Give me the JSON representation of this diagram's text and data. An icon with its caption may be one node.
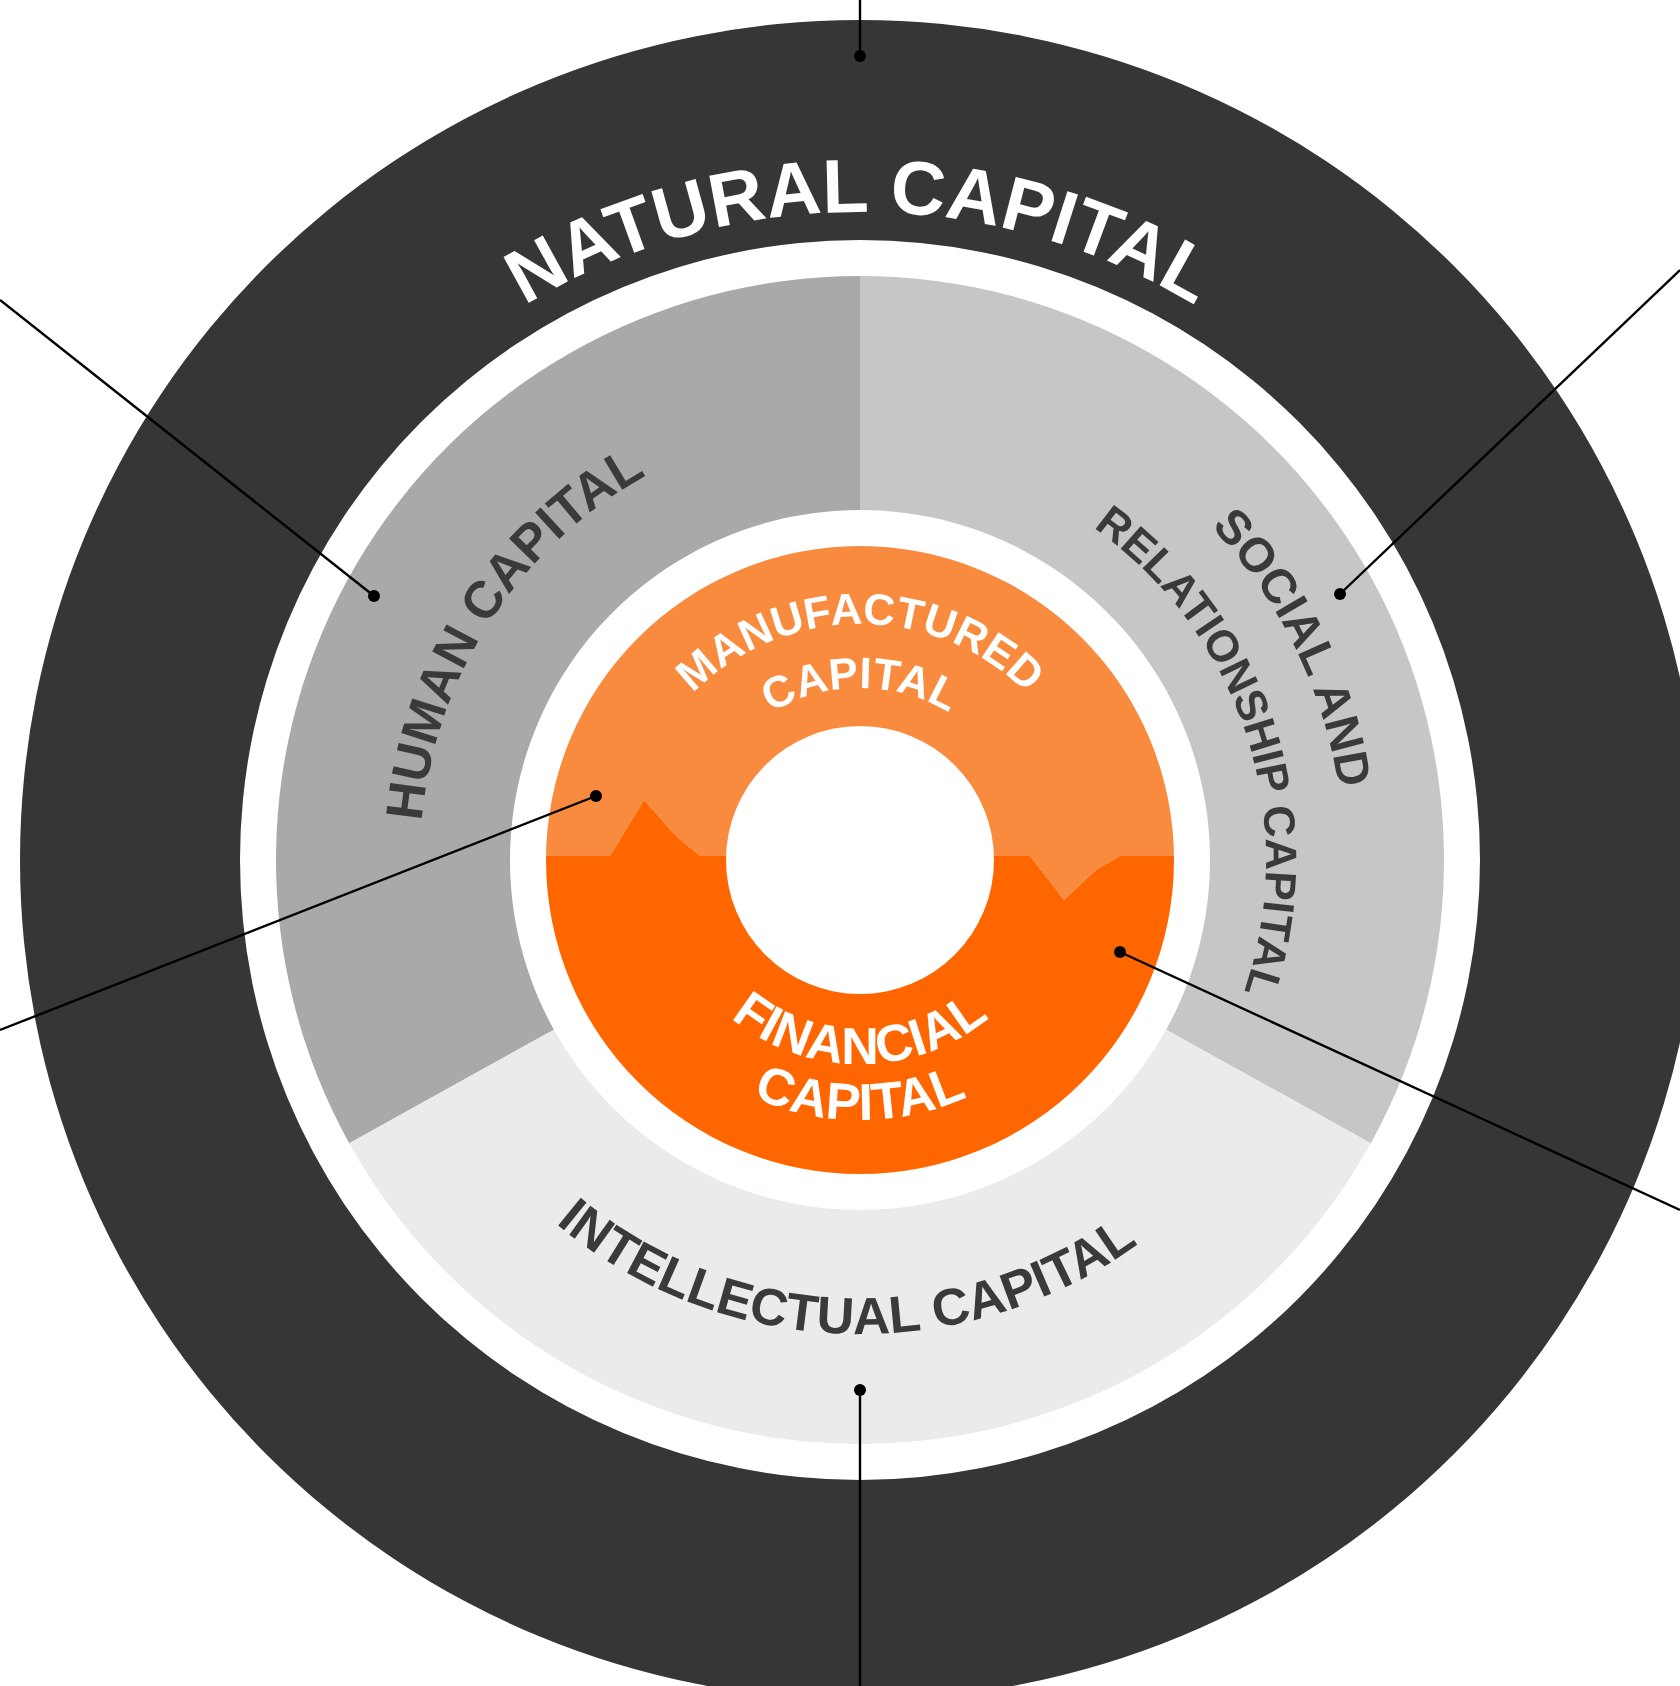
{
  "diagram": {
    "nodes": [
      {
        "text": [
          "NATURAL CAPITAL"
        ]
      },
      {
        "text": [
          "HUMAN CAPITAL"
        ],
        "in": 0
      },
      {
        "text": [
          "SOCIAL AND RELATIONSHIP CAPITAL"
        ],
        "in": 0
      },
      {
        "text": [
          "MANUFACTURED CAPITAL"
        ],
        "in": 0
      },
      {
        "text": [
          "FINANCIAL CAPITAL"
        ],
        "in": 0
      },
      {
        "text": [
          "INTELLECTUAL CAPITAL"
        ],
        "in": 0
      }
    ],
    "edges": [
      {
        "from": null,
        "to": 0,
        "arrow": "other"
      },
      {
        "from": null,
        "to": 1,
        "arrow": "other"
      },
      {
        "from": null,
        "to": 2,
        "arrow": "other"
      },
      {
        "from": null,
        "to": 3,
        "arrow": "other"
      },
      {
        "from": null,
        "to": 4,
        "arrow": "other"
      },
      {
        "from": null,
        "to": 5,
        "arrow": "other"
      }
    ]
  }
}
